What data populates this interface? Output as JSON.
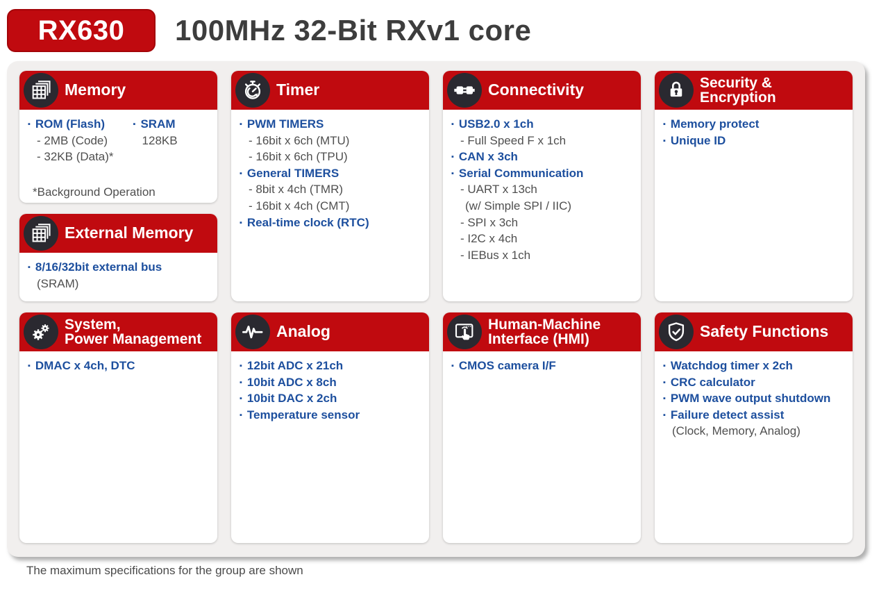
{
  "page": {
    "badge": "RX630",
    "title": "100MHz 32-Bit RXv1 core",
    "footnote": "The maximum specifications for the group are shown"
  },
  "colors": {
    "accent_red": "#c00a0f",
    "feature_blue": "#1d4f9e",
    "icon_circle_dark": "#2a2930",
    "body_gray": "#4f4f4f",
    "panel_bg": "#f1efee"
  },
  "cards": {
    "memory": {
      "title": "Memory",
      "icon": "memory-grid-icon",
      "left": [
        "ROM (Flash)",
        "- 2MB (Code)",
        "- 32KB (Data)*"
      ],
      "right": [
        "SRAM",
        "128KB"
      ],
      "note": "*Background Operation"
    },
    "external_memory": {
      "title": "External Memory",
      "icon": "memory-grid-icon",
      "items": [
        "8/16/32bit external bus",
        "(SRAM)"
      ]
    },
    "timer": {
      "title": "Timer",
      "icon": "stopwatch-icon",
      "items": [
        "PWM TIMERS",
        "- 16bit x 6ch (MTU)",
        "- 16bit x 6ch (TPU)",
        "General TIMERS",
        "- 8bit x 4ch (TMR)",
        "- 16bit x 4ch (CMT)",
        "Real-time clock (RTC)"
      ]
    },
    "connectivity": {
      "title": "Connectivity",
      "icon": "plug-icon",
      "items": [
        "USB2.0 x 1ch",
        "- Full Speed F x 1ch",
        "CAN x 3ch",
        "Serial Communication",
        "- UART x 13ch",
        "(w/ Simple SPI / IIC)",
        "- SPI x 3ch",
        "- I2C x 4ch",
        "- IEBus x 1ch"
      ]
    },
    "security": {
      "title_line1": "Security &",
      "title_line2": "Encryption",
      "icon": "padlock-icon",
      "items": [
        "Memory protect",
        "Unique ID"
      ]
    },
    "system": {
      "title_line1": "System,",
      "title_line2": "Power Management",
      "icon": "gears-icon",
      "items": [
        "DMAC x 4ch, DTC"
      ]
    },
    "analog": {
      "title": "Analog",
      "icon": "waveform-icon",
      "items": [
        "12bit ADC x 21ch",
        "10bit ADC x 8ch",
        "10bit DAC x 2ch",
        "Temperature sensor"
      ]
    },
    "hmi": {
      "title_line1": "Human-Machine",
      "title_line2": "Interface (HMI)",
      "icon": "touchscreen-icon",
      "items": [
        "CMOS camera I/F"
      ]
    },
    "safety": {
      "title": "Safety Functions",
      "icon": "shield-check-icon",
      "items": [
        "Watchdog timer x 2ch",
        "CRC calculator",
        "PWM wave output shutdown",
        "Failure detect assist",
        "(Clock, Memory, Analog)"
      ]
    }
  }
}
